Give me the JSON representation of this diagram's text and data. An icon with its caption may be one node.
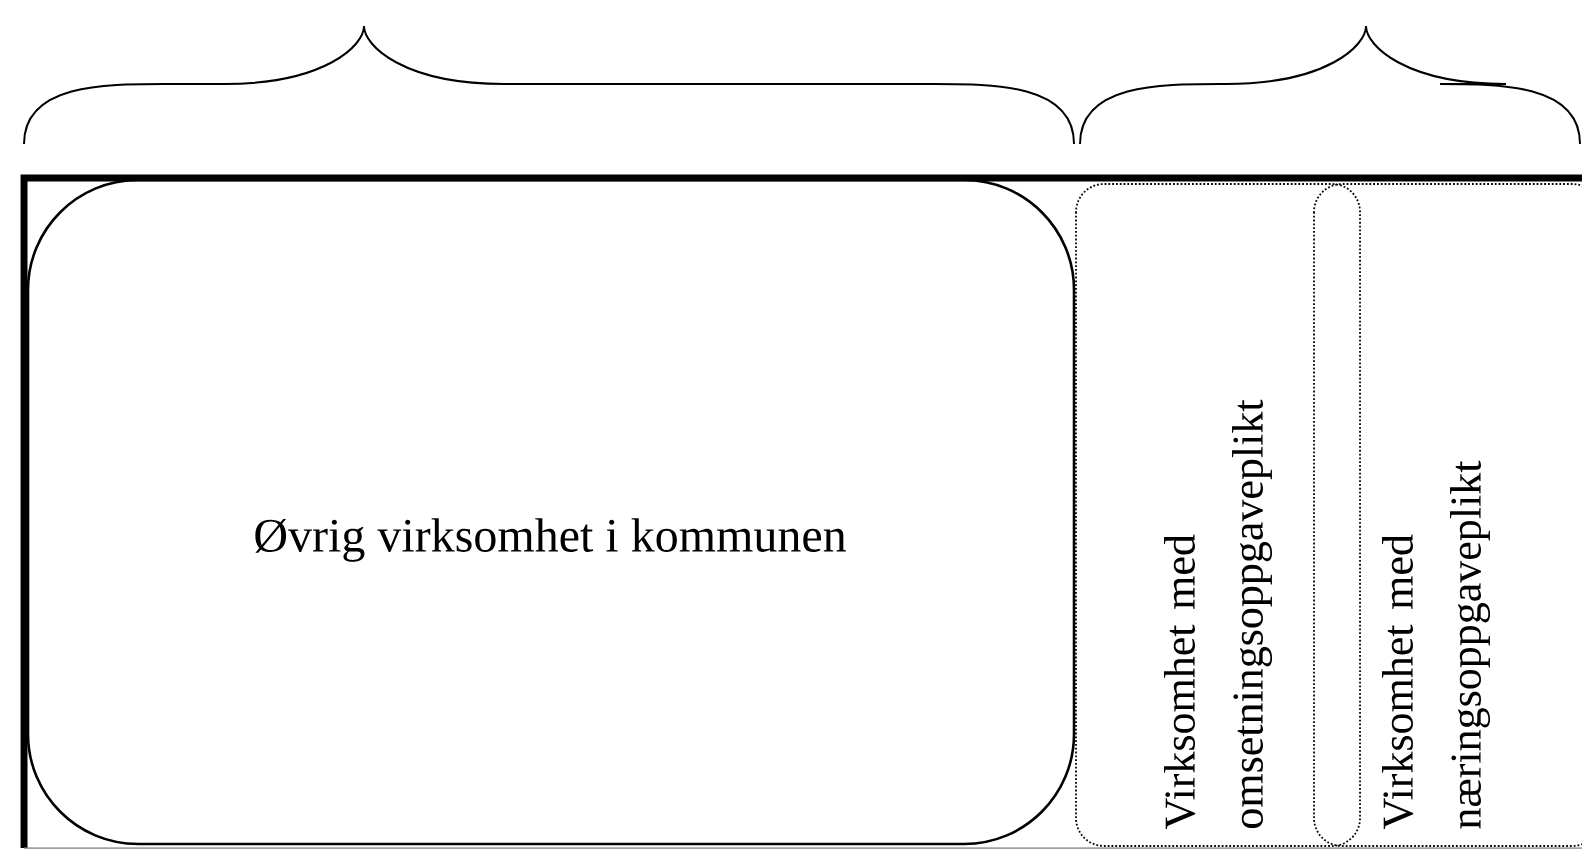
{
  "diagram": {
    "nodes": [
      {
        "text": [
          "Øvrig virksomhet i kommunen"
        ]
      },
      {
        "text": [
          "Virksomhet med omsetningsoppgaveplikt"
        ]
      },
      {
        "text": [
          "Virksomhet med næringsoppgaveplikt"
        ]
      }
    ]
  }
}
